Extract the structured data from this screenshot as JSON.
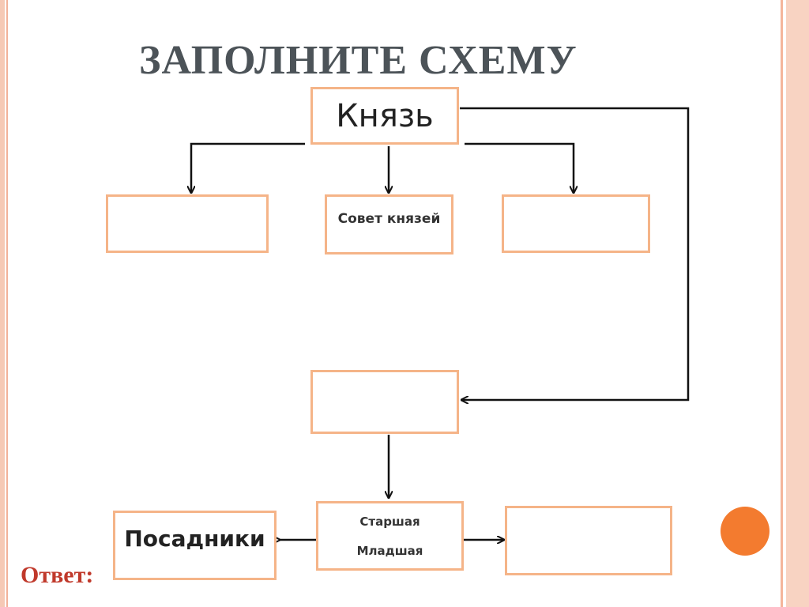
{
  "slide": {
    "title": "ЗАПОЛНИТЕ СХЕМУ",
    "answer_label": "Ответ:"
  },
  "diagram": {
    "prince": "Князь",
    "council": "Совет князей",
    "druzhina_senior": "Старшая",
    "druzhina_junior": "Младшая",
    "posadniki": "Посадники",
    "empty_boxes": [
      "",
      "",
      "",
      ""
    ]
  },
  "colors": {
    "box_border": "#f5b488",
    "title_text": "#4c5358",
    "answer_text": "#c0392b",
    "accent_dot": "#f37b2f",
    "frame": "#f4b59b"
  }
}
